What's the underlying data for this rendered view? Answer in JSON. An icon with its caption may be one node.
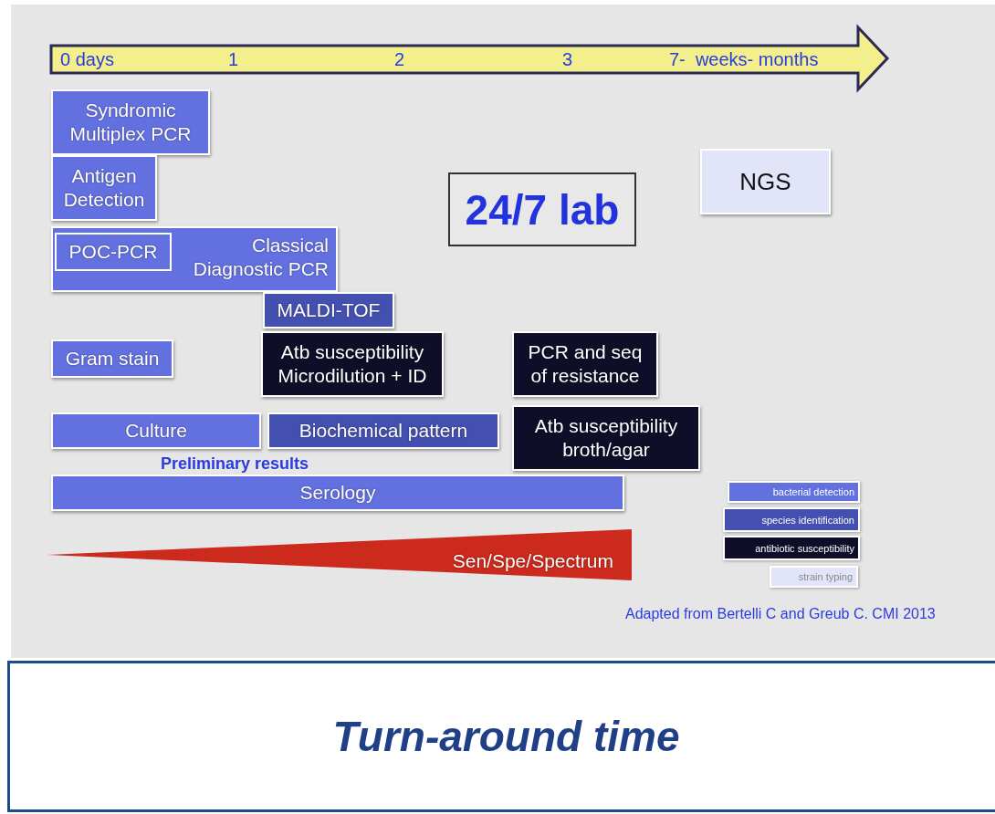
{
  "diagram": {
    "caption": "Turn-around time",
    "nodes": [
      {
        "text": [
          "Syndromic Multiplex PCR"
        ]
      },
      {
        "text": [
          "Antigen Detection"
        ]
      },
      {
        "text": [
          "Classical Diagnostic PCR"
        ]
      },
      {
        "text": [
          "POC-PCR"
        ],
        "in": 2
      },
      {
        "text": [
          "24/7 lab"
        ]
      },
      {
        "text": [
          "NGS"
        ]
      },
      {
        "text": [
          "MALDI-TOF"
        ]
      },
      {
        "text": [
          "Gram stain"
        ]
      },
      {
        "text": [
          "Atb susceptibility Microdilution + ID"
        ]
      },
      {
        "text": [
          "PCR and seq of resistance"
        ]
      },
      {
        "text": [
          "Culture"
        ]
      },
      {
        "text": [
          "Biochemical pattern"
        ]
      },
      {
        "text": [
          "Atb susceptibility broth/agar"
        ]
      },
      {
        "text": [
          "Serology"
        ]
      },
      {
        "text": [
          "Sen/Spe/Spectrum"
        ]
      }
    ],
    "labels": [
      "0 days",
      "1",
      "2",
      "3",
      "7-  weeks- months",
      "Preliminary results",
      "Adapted from Bertelli C and Greub C. CMI 2013"
    ],
    "legend": [
      {
        "text": "bacterial detection",
        "color": "#6370e0"
      },
      {
        "text": "species identification",
        "color": "#4450b0"
      },
      {
        "text": "antibiotic susceptibility",
        "color": "#0e0e28"
      },
      {
        "text": "strain typing",
        "color": "#e2e4fa"
      }
    ]
  }
}
